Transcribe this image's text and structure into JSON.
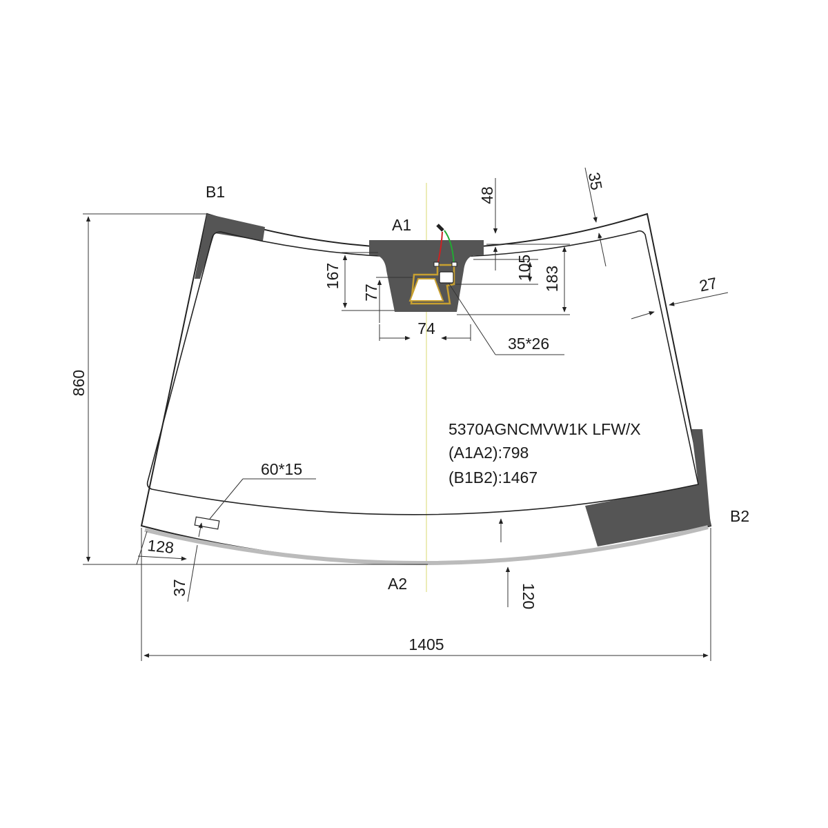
{
  "drawing": {
    "points": {
      "b1": "B1",
      "b2": "B2",
      "a1": "A1",
      "a2": "A2"
    },
    "part_code": "5370AGNCMVW1K LFW/X",
    "a1a2": "(A1A2):798",
    "b1b2": "(B1B2):1467",
    "dimensions": {
      "overall_height": "860",
      "overall_width": "1405",
      "border_top": "48",
      "border_corner": "35",
      "border_side": "27",
      "border_bottom": "120",
      "frit_167": "167",
      "frit_77": "77",
      "frit_105": "105",
      "frit_183": "183",
      "frit_74": "74",
      "sensor_window": "35*26",
      "vin_window": "60*15",
      "offset_128": "128",
      "offset_37": "37"
    },
    "colors": {
      "frit": "#555555",
      "outline": "#222222",
      "bottom_band": "#bbbbbb",
      "wire_red": "#cc2222",
      "wire_green": "#22aa33",
      "heater": "#c8a030",
      "centerline": "#e6e6a0"
    }
  }
}
